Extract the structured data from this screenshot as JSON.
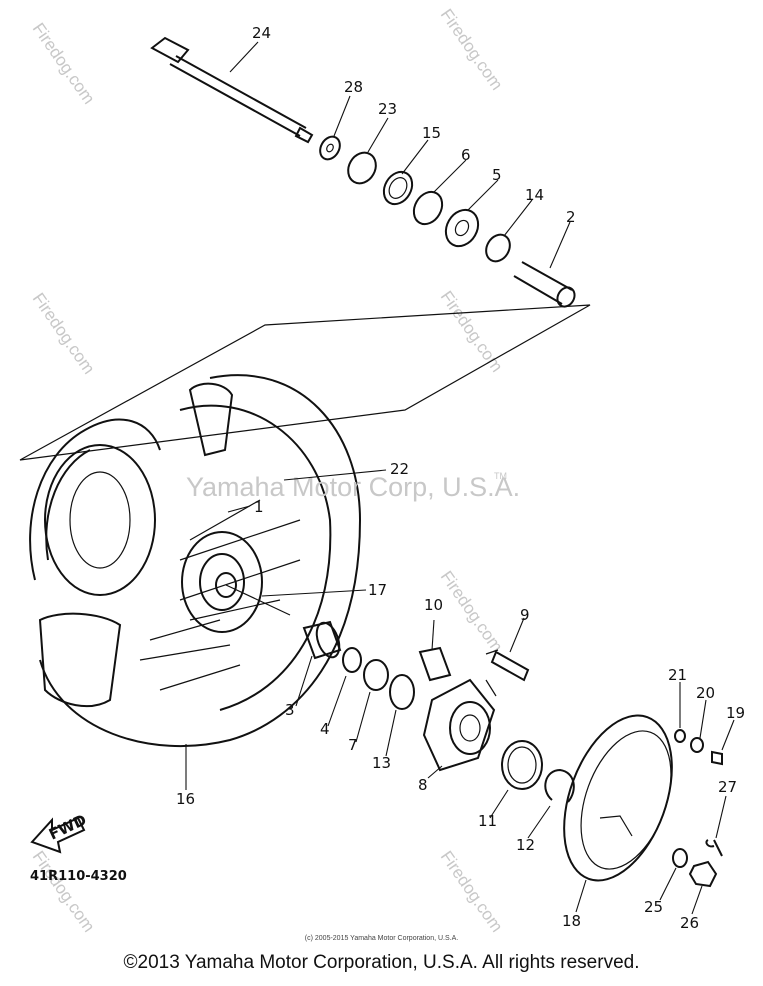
{
  "diagram": {
    "part_code": "41R110-4320",
    "fwd_label": "FWD",
    "watermark_main": "Yamaha Motor Corp, U.S.A.",
    "watermark_tm": "TM",
    "watermark_site": "Firedog.com",
    "small_credit": "(c) 2005-2015 Yamaha Motor Corporation, U.S.A.",
    "copyright": "©2013 Yamaha Motor Corporation, U.S.A. All rights reserved.",
    "callouts": [
      "1",
      "2",
      "3",
      "4",
      "5",
      "6",
      "7",
      "8",
      "9",
      "10",
      "11",
      "12",
      "13",
      "14",
      "15",
      "16",
      "17",
      "18",
      "19",
      "20",
      "21",
      "22",
      "23",
      "24",
      "25",
      "26",
      "27",
      "28"
    ]
  }
}
